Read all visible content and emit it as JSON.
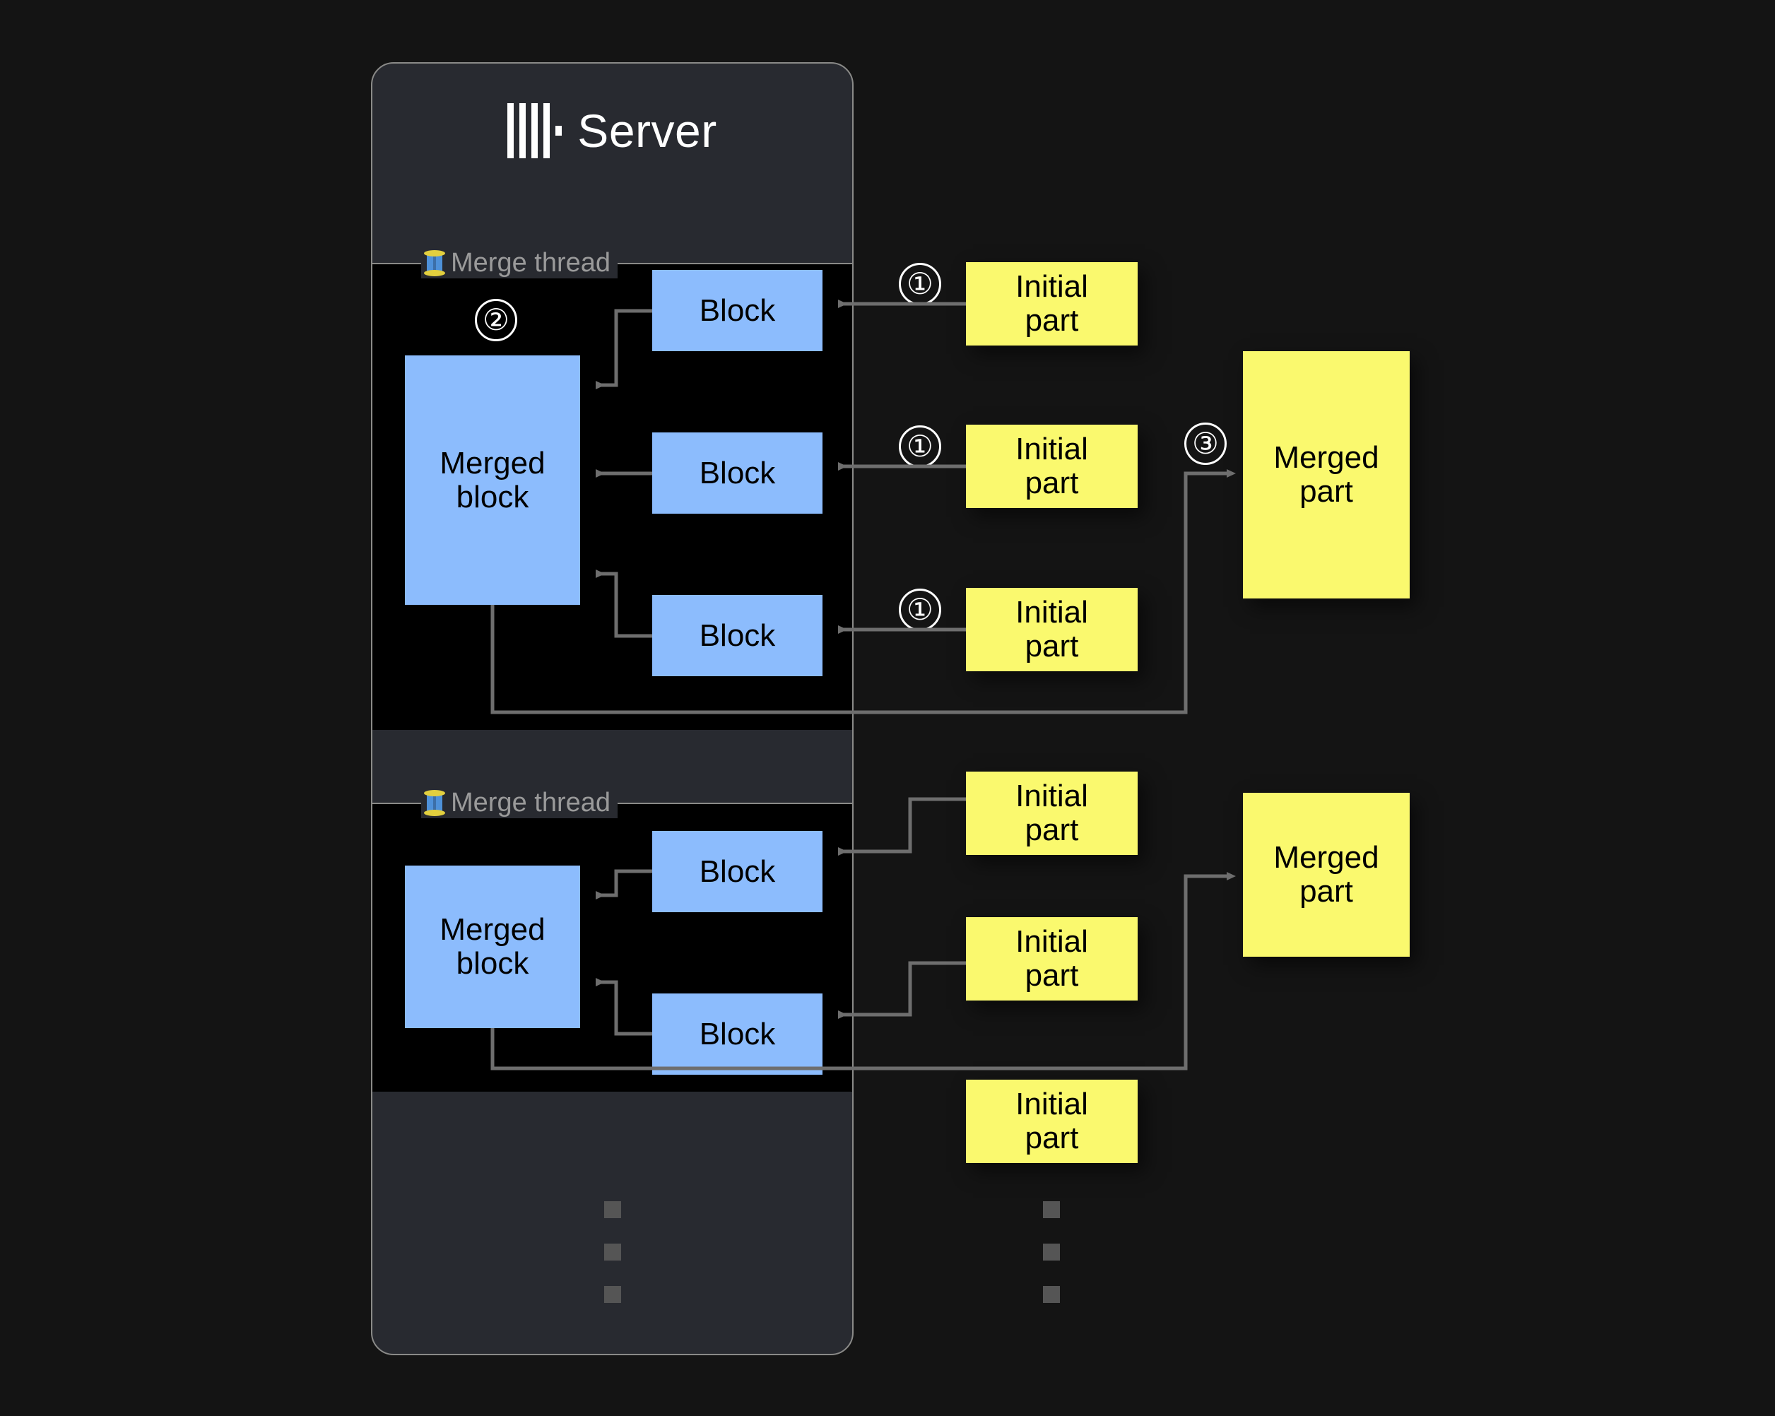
{
  "server": {
    "title": "Server",
    "logo_icon": "clickhouse-logo-icon"
  },
  "threads": [
    {
      "legend": "Merge thread",
      "legend_icon": "thread-spool-icon",
      "merged_block_label": "Merged block",
      "blocks": [
        "Block",
        "Block",
        "Block"
      ],
      "step_marker": "②"
    },
    {
      "legend": "Merge thread",
      "legend_icon": "thread-spool-icon",
      "merged_block_label": "Merged block",
      "blocks": [
        "Block",
        "Block"
      ],
      "step_marker": ""
    }
  ],
  "initial_parts": [
    {
      "label": "Initial\npart",
      "marker": "①"
    },
    {
      "label": "Initial\npart",
      "marker": "①"
    },
    {
      "label": "Initial\npart",
      "marker": "①"
    },
    {
      "label": "Initial\npart",
      "marker": ""
    },
    {
      "label": "Initial\npart",
      "marker": ""
    },
    {
      "label": "Initial\npart",
      "marker": ""
    }
  ],
  "merged_parts": [
    {
      "label": "Merged\npart",
      "marker": "③"
    },
    {
      "label": "Merged\npart",
      "marker": ""
    }
  ],
  "labels": {
    "block": "Block",
    "merged_block": "Merged block",
    "initial_part": "Initial part",
    "merged_part": "Merged part",
    "merge_thread": "Merge thread",
    "step_1": "①",
    "step_2": "②",
    "step_3": "③"
  },
  "colors": {
    "background": "#141414",
    "server_panel": "#282a30",
    "thread_box": "#000000",
    "block_blue": "#8cbcfd",
    "part_yellow": "#faf96e",
    "edge_gray": "#6e6e6e",
    "border_gray": "#8a8a88",
    "legend_text": "#9a9a9a",
    "title_text": "#ffffff"
  },
  "ellipsis": {
    "dot_count": 3,
    "groups": [
      "server-column-ellipsis",
      "parts-column-ellipsis"
    ]
  }
}
